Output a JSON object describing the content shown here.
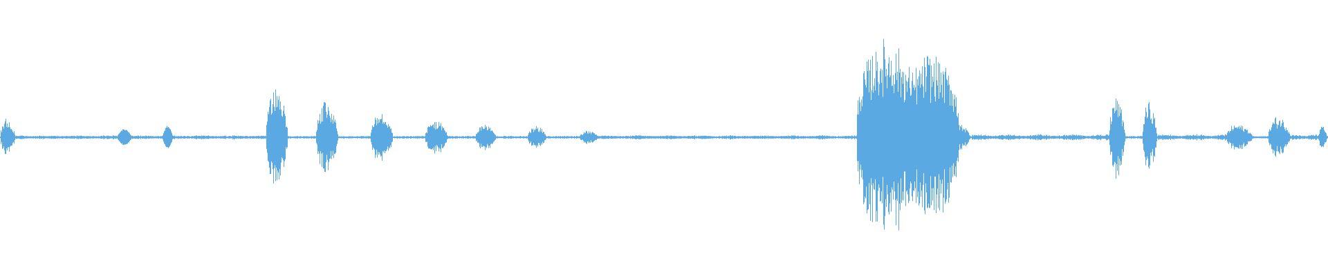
{
  "waveform": {
    "color": "#5aa9e3",
    "background": "#ffffff",
    "segments": [
      {
        "start": 0.0,
        "end": 0.012,
        "peak": 0.2,
        "shape": "burst"
      },
      {
        "start": 0.012,
        "end": 0.2,
        "peak": 0.02,
        "shape": "noise"
      },
      {
        "start": 0.088,
        "end": 0.099,
        "peak": 0.07,
        "shape": "blob"
      },
      {
        "start": 0.122,
        "end": 0.13,
        "peak": 0.1,
        "shape": "blob"
      },
      {
        "start": 0.2,
        "end": 0.218,
        "peak": 0.55,
        "shape": "burst"
      },
      {
        "start": 0.238,
        "end": 0.256,
        "peak": 0.36,
        "shape": "burst"
      },
      {
        "start": 0.279,
        "end": 0.297,
        "peak": 0.3,
        "shape": "burst"
      },
      {
        "start": 0.32,
        "end": 0.339,
        "peak": 0.18,
        "shape": "burst"
      },
      {
        "start": 0.358,
        "end": 0.375,
        "peak": 0.14,
        "shape": "burst"
      },
      {
        "start": 0.397,
        "end": 0.413,
        "peak": 0.12,
        "shape": "burst"
      },
      {
        "start": 0.436,
        "end": 0.452,
        "peak": 0.07,
        "shape": "burst"
      },
      {
        "start": 0.452,
        "end": 0.645,
        "peak": 0.02,
        "shape": "noise"
      },
      {
        "start": 0.645,
        "end": 0.69,
        "peak": 0.85,
        "shape": "speech"
      },
      {
        "start": 0.68,
        "end": 0.722,
        "peak": 0.72,
        "shape": "speech"
      },
      {
        "start": 0.715,
        "end": 0.732,
        "peak": 0.15,
        "shape": "burst"
      },
      {
        "start": 0.732,
        "end": 0.835,
        "peak": 0.03,
        "shape": "noise"
      },
      {
        "start": 0.835,
        "end": 0.848,
        "peak": 0.42,
        "shape": "burst"
      },
      {
        "start": 0.86,
        "end": 0.872,
        "peak": 0.36,
        "shape": "burst"
      },
      {
        "start": 0.872,
        "end": 0.923,
        "peak": 0.03,
        "shape": "noise"
      },
      {
        "start": 0.923,
        "end": 0.945,
        "peak": 0.14,
        "shape": "burst"
      },
      {
        "start": 0.955,
        "end": 0.973,
        "peak": 0.22,
        "shape": "burst"
      },
      {
        "start": 0.973,
        "end": 0.993,
        "peak": 0.03,
        "shape": "noise"
      },
      {
        "start": 0.993,
        "end": 1.0,
        "peak": 0.12,
        "shape": "burst"
      }
    ]
  }
}
